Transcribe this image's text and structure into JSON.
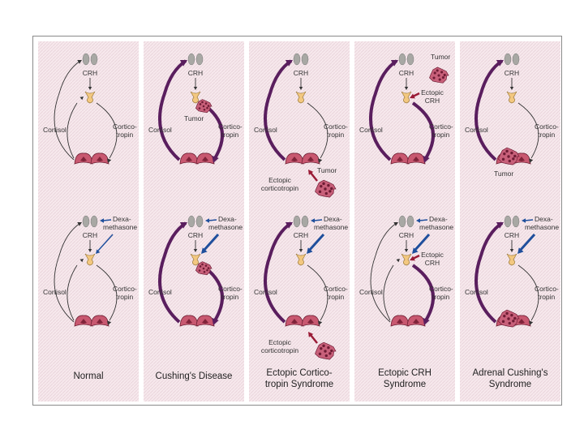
{
  "figure": {
    "panels": [
      {
        "id": "normal",
        "caption": [
          "Normal"
        ],
        "top": {
          "tumor": "none",
          "cortisol_arrow": "thin",
          "acth_arrow": "thin",
          "labels": {
            "crh": "CRH",
            "cortisol": "Cortisol",
            "corticotropin": [
              "Cortico-",
              "tropin"
            ]
          }
        },
        "bottom": {
          "tumor": "none",
          "cortisol_arrow": "thin",
          "acth_arrow": "thin",
          "dexa": [
            "Dexa-",
            "methasone"
          ],
          "dexa_targets": [
            "pituitary-gland"
          ],
          "labels": {
            "crh": "CRH",
            "cortisol": "Cortisol",
            "corticotropin": [
              "Cortico-",
              "tropin"
            ]
          }
        }
      },
      {
        "id": "cushings-disease",
        "caption": [
          "Cushing's Disease"
        ],
        "top": {
          "tumor": "pituitary",
          "tumor_label": "Tumor",
          "cortisol_arrow": "bold",
          "acth_arrow": "bold",
          "labels": {
            "crh": "CRH",
            "cortisol": "Cortisol",
            "corticotropin": [
              "Cortico-",
              "tropin"
            ]
          }
        },
        "bottom": {
          "tumor": "pituitary",
          "cortisol_arrow": "bold",
          "acth_arrow": "bold",
          "dexa": [
            "Dexa-",
            "methasone"
          ],
          "dexa_targets": [
            "tumor"
          ],
          "labels": {
            "crh": "CRH",
            "cortisol": "Cortisol",
            "corticotropin": [
              "Cortico-",
              "tropin"
            ]
          }
        }
      },
      {
        "id": "ectopic-corticotropin",
        "caption": [
          "Ectopic Cortico-",
          "tropin Syndrome"
        ],
        "top": {
          "tumor": "ectopic-acth",
          "tumor_label": "Tumor",
          "source_label": [
            "Ectopic",
            "corticotropin"
          ],
          "cortisol_arrow": "bold",
          "acth_arrow": "thin",
          "labels": {
            "crh": "CRH",
            "cortisol": "Cortisol",
            "corticotropin": [
              "Cortico-",
              "tropin"
            ]
          }
        },
        "bottom": {
          "tumor": "ectopic-acth",
          "source_label": [
            "Ectopic",
            "corticotropin"
          ],
          "cortisol_arrow": "bold",
          "acth_arrow": "thin",
          "dexa": [
            "Dexa-",
            "methasone"
          ],
          "dexa_targets": [
            "pituitary-gland"
          ],
          "labels": {
            "crh": "CRH",
            "cortisol": "Cortisol",
            "corticotropin": [
              "Cortico-",
              "tropin"
            ]
          }
        }
      },
      {
        "id": "ectopic-crh",
        "caption": [
          "Ectopic CRH",
          "Syndrome"
        ],
        "top": {
          "tumor": "ectopic-crh",
          "tumor_label": "Tumor",
          "source_label": [
            "Ectopic",
            "CRH"
          ],
          "cortisol_arrow": "bold",
          "acth_arrow": "bold",
          "labels": {
            "crh": "CRH",
            "cortisol": "Cortisol",
            "corticotropin": [
              "Cortico-",
              "tropin"
            ]
          }
        },
        "bottom": {
          "tumor": "none",
          "source_label": [
            "Ectopic",
            "CRH"
          ],
          "cortisol_arrow": "thin",
          "acth_arrow": "bold",
          "dexa": [
            "Dexa-",
            "methasone"
          ],
          "dexa_targets": [
            "pituitary-gland"
          ],
          "labels": {
            "crh": "CRH",
            "cortisol": "Cortisol",
            "corticotropin": [
              "Cortico-",
              "tropin"
            ]
          }
        }
      },
      {
        "id": "adrenal-cushings",
        "caption": [
          "Adrenal Cushing's",
          "Syndrome"
        ],
        "top": {
          "tumor": "adrenal",
          "tumor_label": "Tumor",
          "cortisol_arrow": "bold",
          "acth_arrow": "thin",
          "labels": {
            "crh": "CRH",
            "cortisol": "Cortisol",
            "corticotropin": [
              "Cortico-",
              "tropin"
            ]
          }
        },
        "bottom": {
          "tumor": "adrenal",
          "cortisol_arrow": "bold",
          "acth_arrow": "thin",
          "dexa": [
            "Dexa-",
            "methasone"
          ],
          "dexa_targets": [
            "pituitary-gland"
          ],
          "labels": {
            "crh": "CRH",
            "cortisol": "Cortisol",
            "corticotropin": [
              "Cortico-",
              "tropin"
            ]
          }
        }
      }
    ]
  },
  "colors": {
    "panel_bg": "#f7e9ed",
    "panel_hatch": "#ead5dc",
    "column_divider": "#ffffff",
    "hypothalamus": "#a8a8a4",
    "pituitary": "#f3c880",
    "pituitary_edge": "#9c7a3a",
    "adrenal": "#c85870",
    "adrenal_edge": "#6d1f33",
    "kidney_core": "#7e2339",
    "tumor": "#c8607a",
    "tumor_spot": "#6e1c34",
    "arrow_bold": "#5a1e5e",
    "arrow_thin": "#333333",
    "dexa_arrow": "#1f4f9c",
    "ectopic_arrow": "#9a1b36",
    "text": "#333333"
  }
}
